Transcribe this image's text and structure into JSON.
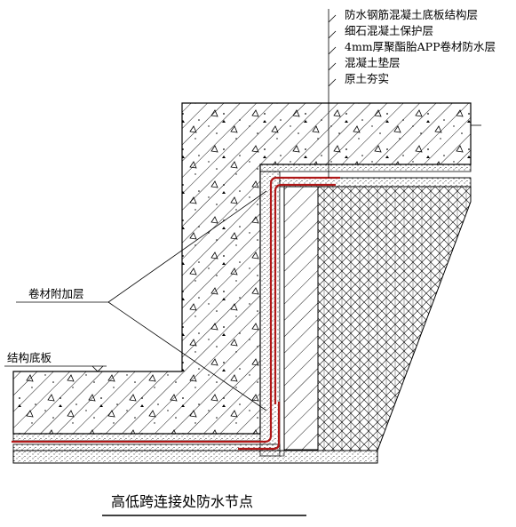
{
  "title": "高低跨连接处防水节点",
  "layers": [
    "防水钢筋混凝土底板结构层",
    "细石混凝土保护层",
    "4mm厚聚酯胎APP卷材防水层",
    "混凝土垫层",
    "原土夯实"
  ],
  "callouts": {
    "additional_membrane": "卷材附加层",
    "structural_slab": "结构底板"
  },
  "colors": {
    "membrane": "#b01818",
    "line": "#000000"
  }
}
